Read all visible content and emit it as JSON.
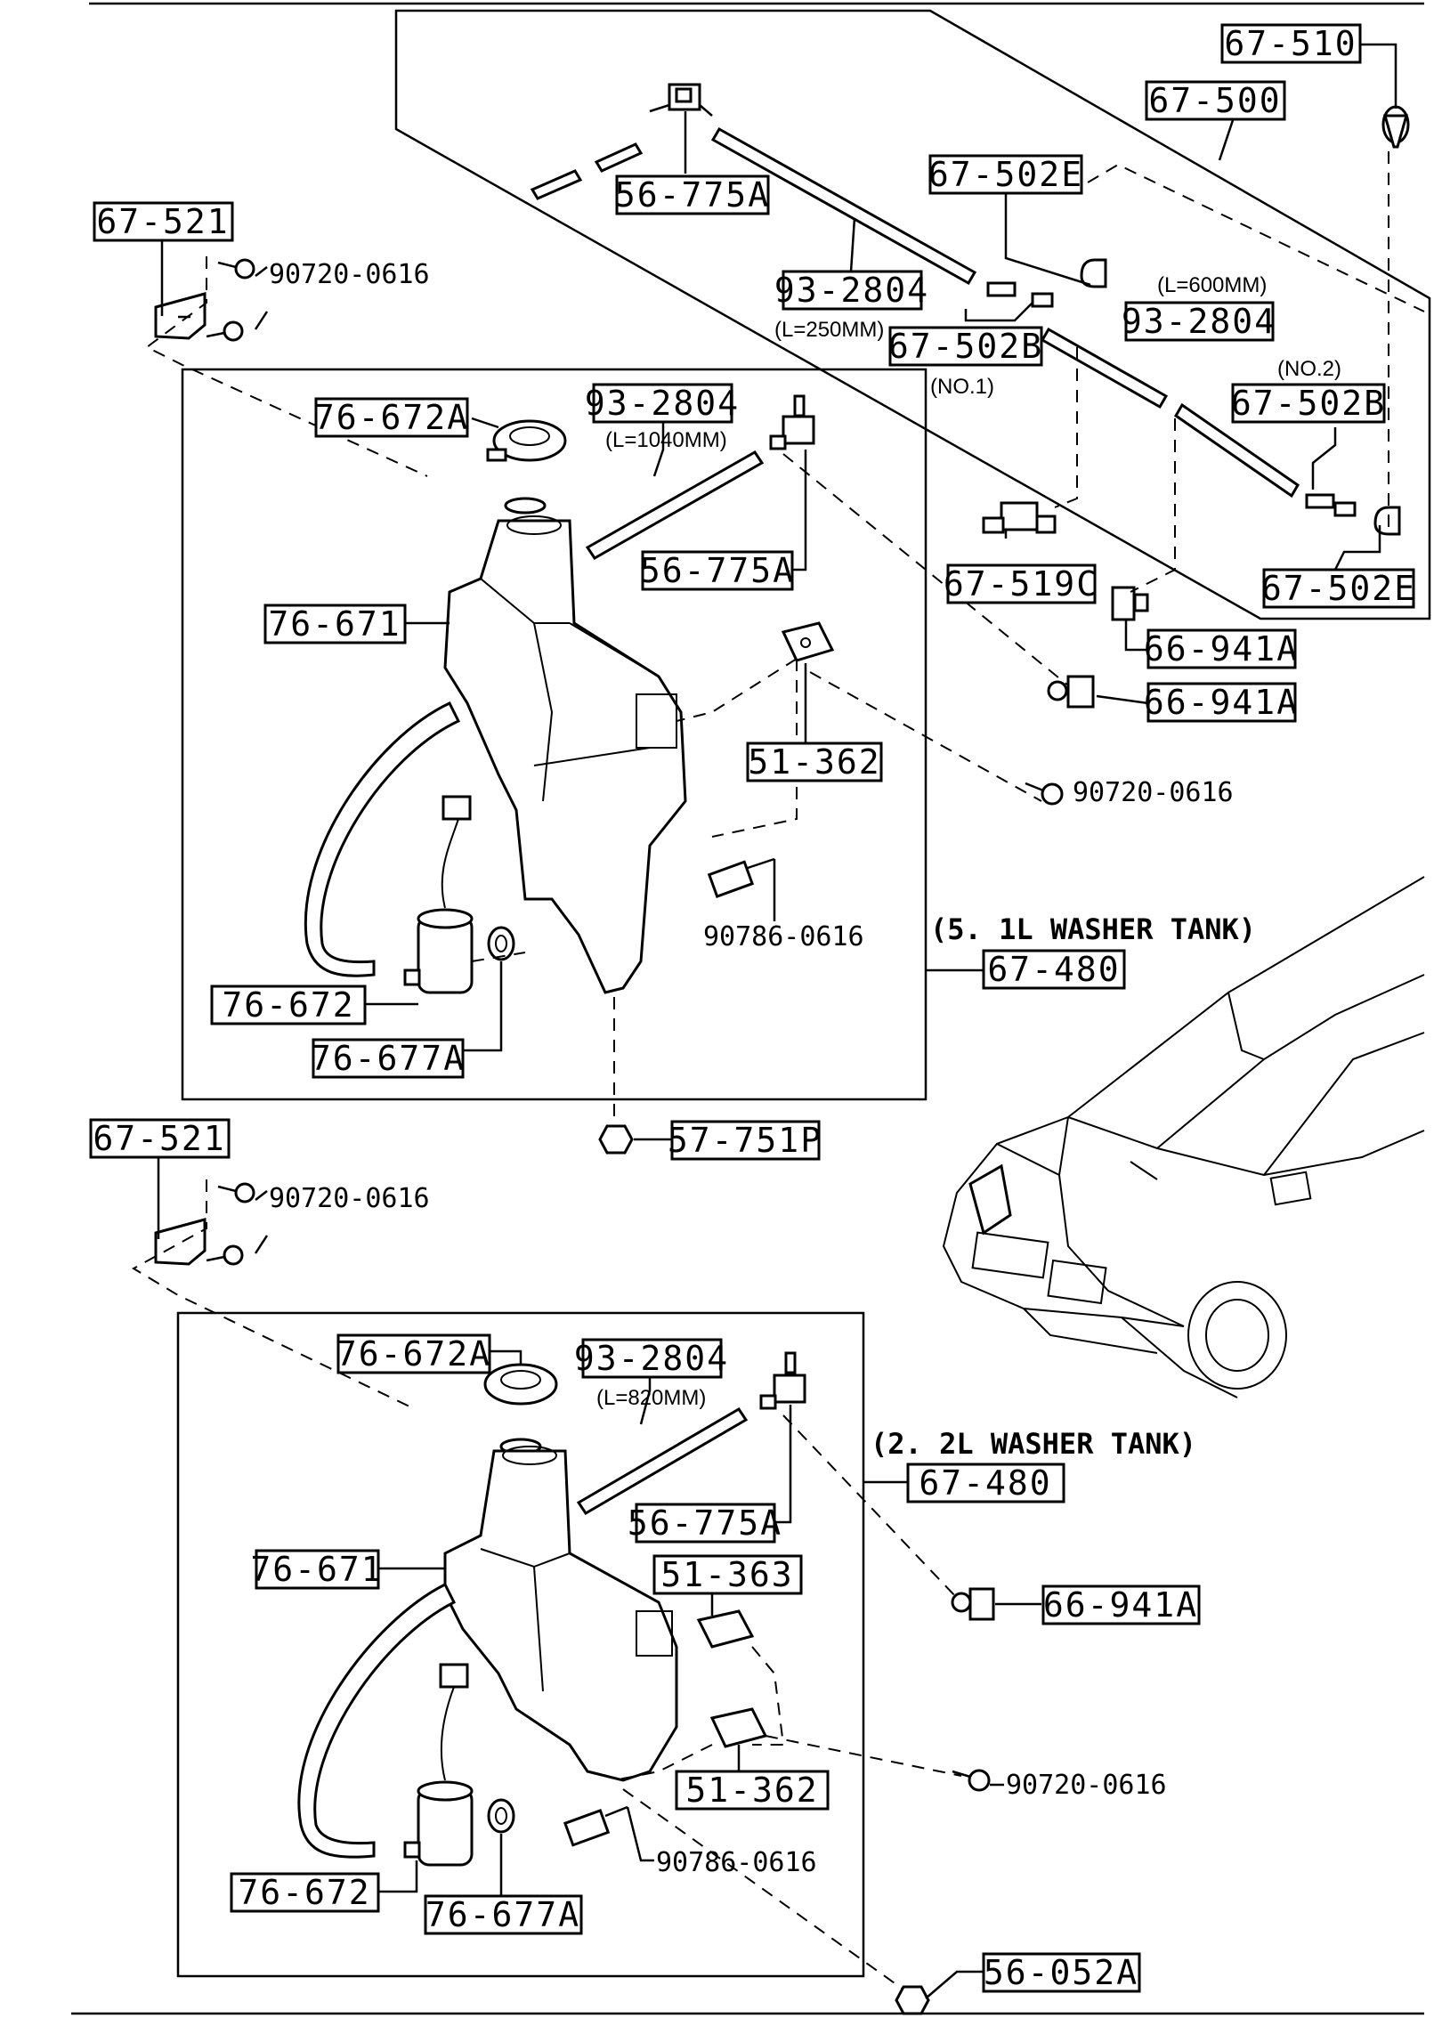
{
  "parts": {
    "p67_510": "67-510",
    "p67_500": "67-500",
    "p67_521_top": "67-521",
    "p67_502E_top": "67-502E",
    "p56_775A_top": "56-775A",
    "p93_2804_a": "93-2804",
    "p67_502B_no1": "67-502B",
    "p93_2804_b": "93-2804",
    "p67_502B_no2": "67-502B",
    "p76_672A_1": "76-672A",
    "p93_2804_c": "93-2804",
    "p56_775A_2": "56-775A",
    "p76_671_1": "76-671",
    "p67_519C": "67-519C",
    "p67_502E_2": "67-502E",
    "p66_941A_1": "66-941A",
    "p66_941A_2": "66-941A",
    "p51_362_1": "51-362",
    "p67_480_1": "67-480",
    "p76_672_1": "76-672",
    "p76_677A_1": "76-677A",
    "p57_751P": "57-751P",
    "p67_521_2": "67-521",
    "p76_672A_2": "76-672A",
    "p93_2804_d": "93-2804",
    "p67_480_2": "67-480",
    "p56_775A_3": "56-775A",
    "p76_671_2": "76-671",
    "p51_363": "51-363",
    "p66_941A_3": "66-941A",
    "p51_362_2": "51-362",
    "p76_672_2": "76-672",
    "p76_677A_2": "76-677A",
    "p56_052A": "56-052A"
  },
  "bolts": {
    "b1": "90720-0616",
    "b2": "90720-0616",
    "b3": "90786-0616",
    "b4": "90720-0616",
    "b5": "90720-0616",
    "b6": "90786-0616"
  },
  "notes": {
    "l250": "(L=250MM)",
    "no1": "(NO.1)",
    "l600": "(L=600MM)",
    "no2": "(NO.2)",
    "l1040": "(L=1040MM)",
    "l820": "(L=820MM)"
  },
  "captions": {
    "tank_51": "(5. 1L WASHER TANK)",
    "tank_22": "(2. 2L WASHER TANK)"
  }
}
